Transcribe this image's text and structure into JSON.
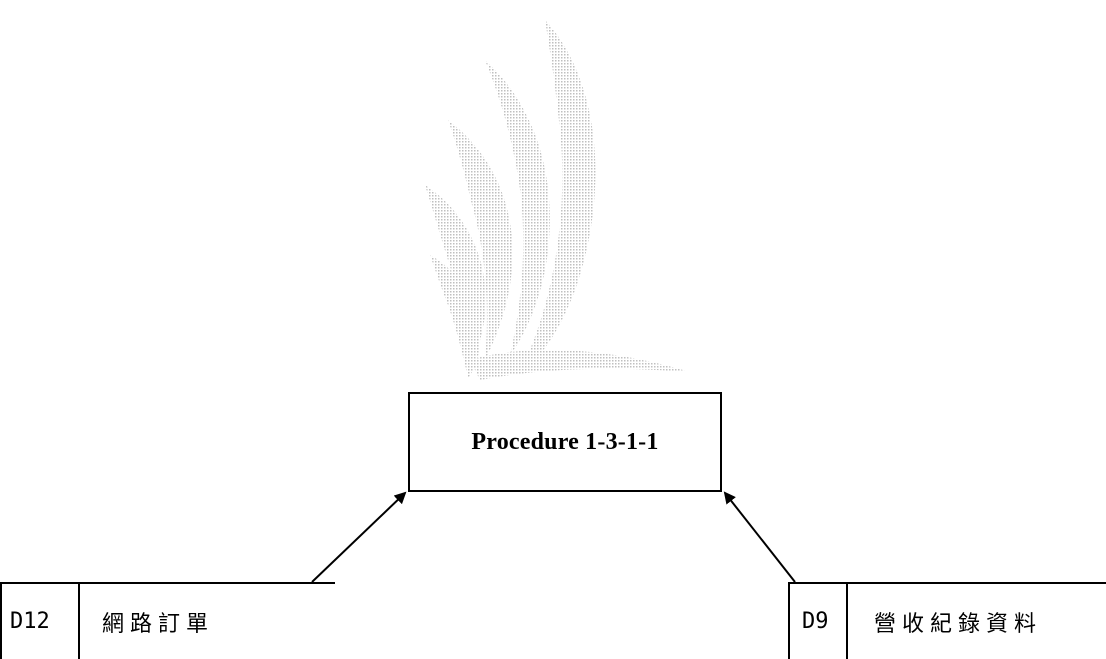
{
  "diagram": {
    "process": {
      "label": "Procedure 1-3-1-1"
    },
    "stores": [
      {
        "id": "D12",
        "name": "網路訂單"
      },
      {
        "id": "D9",
        "name": "營收紀錄資料"
      }
    ],
    "colors": {
      "line": "#000000",
      "watermark": "#c8c8c8"
    }
  }
}
